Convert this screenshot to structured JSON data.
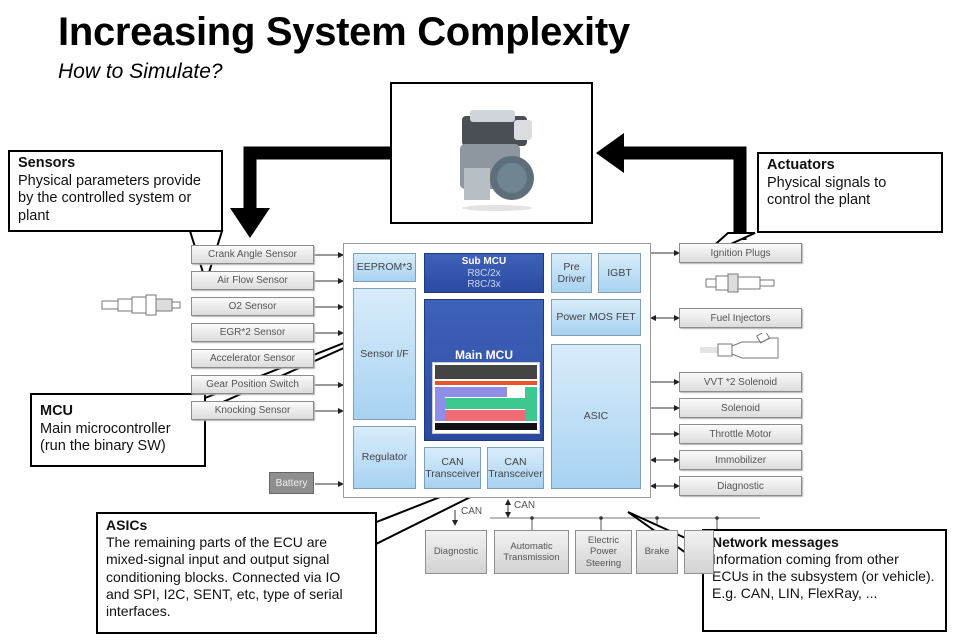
{
  "header": {
    "title": "Increasing System Complexity",
    "subtitle": "How to Simulate?"
  },
  "plant": {
    "image": "engine-image"
  },
  "callouts": {
    "sensors": {
      "title": "Sensors",
      "body": "Physical parameters provide by the controlled system or plant"
    },
    "actuators": {
      "title": "Actuators",
      "body": "Physical signals to control the plant"
    },
    "mcu": {
      "title": "MCU",
      "body": "Main microcontroller (run the binary SW)"
    },
    "asics": {
      "title": "ASICs",
      "body": "The remaining parts of the ECU are mixed-signal input and output signal conditioning blocks. Connected via IO and SPI, I2C, SENT, etc, type of serial interfaces."
    },
    "network": {
      "title": "Network messages",
      "body": "Information coming from other ECUs in the subsystem (or vehicle). E.g. CAN, LIN, FlexRay, ..."
    }
  },
  "sensors": [
    "Crank Angle Sensor",
    "Air Flow Sensor",
    "O2 Sensor",
    "EGR*2 Sensor",
    "Accelerator Sensor",
    "Gear Position Switch",
    "Knocking Sensor"
  ],
  "battery": "Battery",
  "ecu": {
    "eeprom": "EEPROM*3",
    "sub_mcu": {
      "title": "Sub MCU",
      "line1": "R8C/2x",
      "line2": "R8C/3x"
    },
    "pre_driver": "Pre Driver",
    "igbt": "IGBT",
    "sensor_if": "Sensor I/F",
    "main_mcu": "Main MCU",
    "power_mos": "Power MOS FET",
    "asic": "ASIC",
    "regulator": "Regulator",
    "can1": "CAN Transceiver",
    "can2": "CAN Transceiver"
  },
  "actuators": [
    {
      "label": "Ignition Plugs",
      "bidir": false
    },
    {
      "label": "Fuel Injectors",
      "bidir": true
    },
    {
      "label": "VVT *2 Solenoid",
      "bidir": false
    },
    {
      "label": "Solenoid",
      "bidir": false
    },
    {
      "label": "Throttle Motor",
      "bidir": false
    },
    {
      "label": "Immobilizer",
      "bidir": true
    },
    {
      "label": "Diagnostic",
      "bidir": true
    }
  ],
  "network": {
    "can_label_1": "CAN",
    "can_label_2": "CAN",
    "nodes": [
      "Diagnostic",
      "Automatic Transmission",
      "Electric Power Steering",
      "Brake",
      ""
    ]
  }
}
